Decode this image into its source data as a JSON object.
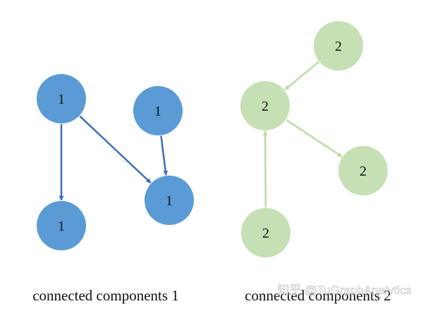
{
  "diagram": {
    "components": [
      {
        "caption": "connected components 1",
        "colors": {
          "node": "#5b9bd5",
          "edge": "#3f6fb5",
          "label": "#111111"
        },
        "nodes": [
          {
            "id": "a",
            "label": "1"
          },
          {
            "id": "b",
            "label": "1"
          },
          {
            "id": "c",
            "label": "1"
          },
          {
            "id": "d",
            "label": "1"
          }
        ],
        "edges": [
          {
            "from": "a",
            "to": "c"
          },
          {
            "from": "a",
            "to": "d"
          },
          {
            "from": "b",
            "to": "d"
          }
        ]
      },
      {
        "caption": "connected components 2",
        "colors": {
          "node": "#c5e0b4",
          "edge": "#bcdca8",
          "label": "#111111"
        },
        "nodes": [
          {
            "id": "e",
            "label": "2"
          },
          {
            "id": "f",
            "label": "2"
          },
          {
            "id": "g",
            "label": "2"
          },
          {
            "id": "h",
            "label": "2"
          }
        ],
        "edges": [
          {
            "from": "e",
            "to": "f"
          },
          {
            "from": "f",
            "to": "g"
          },
          {
            "from": "h",
            "to": "f"
          }
        ]
      }
    ],
    "watermark": "知乎 @TuGraphAnalytics"
  }
}
